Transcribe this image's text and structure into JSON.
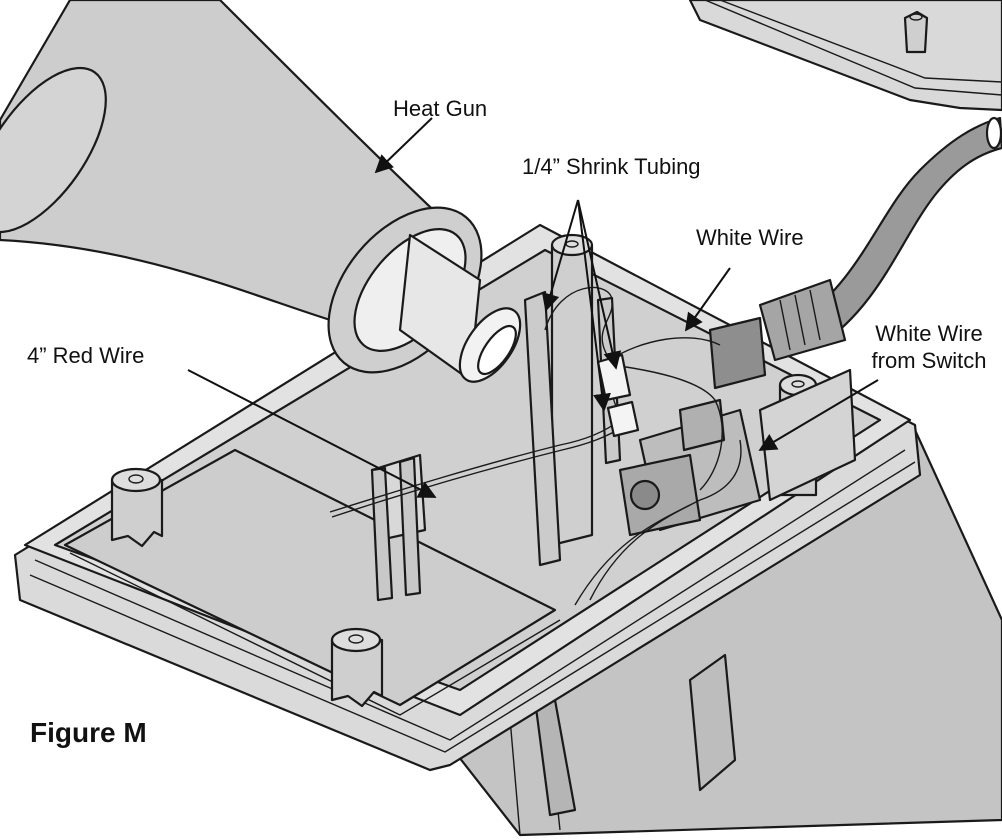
{
  "figure": {
    "title": "Figure M",
    "labels": {
      "heat_gun": "Heat Gun",
      "shrink_tubing": "1/4” Shrink Tubing",
      "white_wire": "White Wire",
      "white_wire_from_switch_line1": "White Wire",
      "white_wire_from_switch_line2": "from Switch",
      "red_wire": "4” Red Wire"
    }
  },
  "colors": {
    "housing_fill": "#d6d6d6",
    "housing_shadow": "#bdbdbd",
    "tube_fill": "#cfcfcf",
    "cord_fill": "#9a9a9a",
    "outline": "#1a1a1a"
  }
}
